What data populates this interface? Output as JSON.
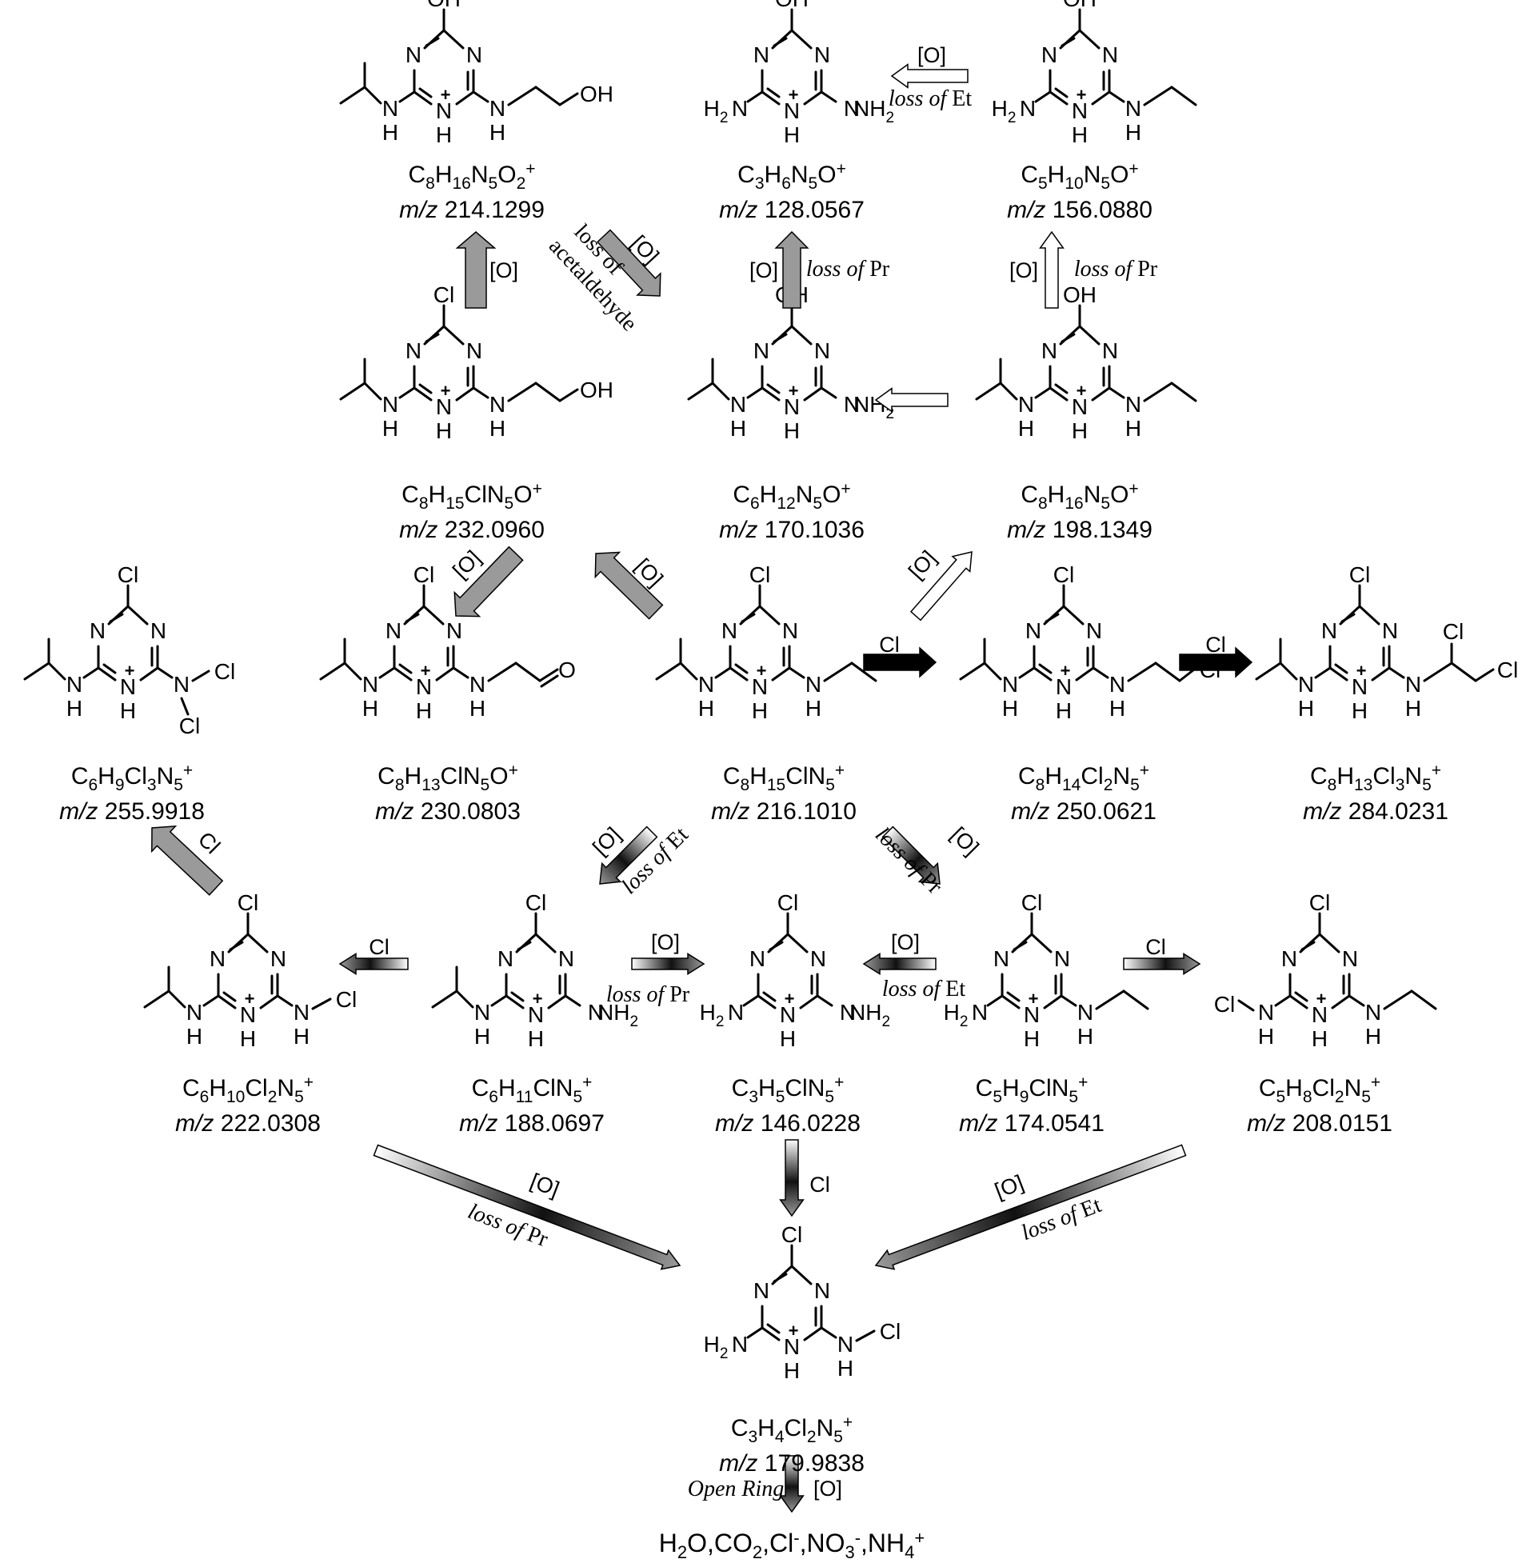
{
  "compounds": [
    {
      "id": "c214",
      "formula": [
        [
          "C",
          ""
        ],
        [
          "8",
          "sub"
        ],
        [
          "H",
          ""
        ],
        [
          "16",
          "sub"
        ],
        [
          "N",
          ""
        ],
        [
          "5",
          "sub"
        ],
        [
          "O",
          ""
        ],
        [
          "2",
          "sub"
        ],
        [
          "+",
          "sup"
        ]
      ],
      "mz_prefix": "m/z",
      "mz": "214.1299"
    },
    {
      "id": "c128",
      "formula": [
        [
          "C",
          ""
        ],
        [
          "3",
          "sub"
        ],
        [
          "H",
          ""
        ],
        [
          "6",
          "sub"
        ],
        [
          "N",
          ""
        ],
        [
          "5",
          "sub"
        ],
        [
          "O",
          ""
        ],
        [
          "+",
          "sup"
        ]
      ],
      "mz_prefix": "m/z",
      "mz": "128.0567"
    },
    {
      "id": "c156",
      "formula": [
        [
          "C",
          ""
        ],
        [
          "5",
          "sub"
        ],
        [
          "H",
          ""
        ],
        [
          "10",
          "sub"
        ],
        [
          "N",
          ""
        ],
        [
          "5",
          "sub"
        ],
        [
          "O",
          ""
        ],
        [
          "+",
          "sup"
        ]
      ],
      "mz_prefix": "m/z",
      "mz": "156.0880"
    },
    {
      "id": "c232",
      "formula": [
        [
          "C",
          ""
        ],
        [
          "8",
          "sub"
        ],
        [
          "H",
          ""
        ],
        [
          "15",
          "sub"
        ],
        [
          "ClN",
          ""
        ],
        [
          "5",
          "sub"
        ],
        [
          "O",
          ""
        ],
        [
          "+",
          "sup"
        ]
      ],
      "mz_prefix": "m/z",
      "mz": "232.0960"
    },
    {
      "id": "c170",
      "formula": [
        [
          "C",
          ""
        ],
        [
          "6",
          "sub"
        ],
        [
          "H",
          ""
        ],
        [
          "12",
          "sub"
        ],
        [
          "N",
          ""
        ],
        [
          "5",
          "sub"
        ],
        [
          "O",
          ""
        ],
        [
          "+",
          "sup"
        ]
      ],
      "mz_prefix": "m/z",
      "mz": "170.1036"
    },
    {
      "id": "c198",
      "formula": [
        [
          "C",
          ""
        ],
        [
          "8",
          "sub"
        ],
        [
          "H",
          ""
        ],
        [
          "16",
          "sub"
        ],
        [
          "N",
          ""
        ],
        [
          "5",
          "sub"
        ],
        [
          "O",
          ""
        ],
        [
          "+",
          "sup"
        ]
      ],
      "mz_prefix": "m/z",
      "mz": "198.1349"
    },
    {
      "id": "c256",
      "formula": [
        [
          "C",
          ""
        ],
        [
          "6",
          "sub"
        ],
        [
          "H",
          ""
        ],
        [
          "9",
          "sub"
        ],
        [
          "Cl",
          ""
        ],
        [
          "3",
          "sub"
        ],
        [
          "N",
          ""
        ],
        [
          "5",
          "sub"
        ],
        [
          "+",
          "sup"
        ]
      ],
      "mz_prefix": "m/z",
      "mz": "255.9918"
    },
    {
      "id": "c230",
      "formula": [
        [
          "C",
          ""
        ],
        [
          "8",
          "sub"
        ],
        [
          "H",
          ""
        ],
        [
          "13",
          "sub"
        ],
        [
          "ClN",
          ""
        ],
        [
          "5",
          "sub"
        ],
        [
          "O",
          ""
        ],
        [
          "+",
          "sup"
        ]
      ],
      "mz_prefix": "m/z",
      "mz": "230.0803"
    },
    {
      "id": "c216",
      "formula": [
        [
          "C",
          ""
        ],
        [
          "8",
          "sub"
        ],
        [
          "H",
          ""
        ],
        [
          "15",
          "sub"
        ],
        [
          "ClN",
          ""
        ],
        [
          "5",
          "sub"
        ],
        [
          "+",
          "sup"
        ]
      ],
      "mz_prefix": "m/z",
      "mz": " 216.1010"
    },
    {
      "id": "c250",
      "formula": [
        [
          "C",
          ""
        ],
        [
          "8",
          "sub"
        ],
        [
          "H",
          ""
        ],
        [
          "14",
          "sub"
        ],
        [
          "Cl",
          ""
        ],
        [
          "2",
          "sub"
        ],
        [
          "N",
          ""
        ],
        [
          "5",
          "sub"
        ],
        [
          "+",
          "sup"
        ]
      ],
      "mz_prefix": "m/z",
      "mz": "250.0621"
    },
    {
      "id": "c284",
      "formula": [
        [
          "C",
          ""
        ],
        [
          "8",
          "sub"
        ],
        [
          "H",
          ""
        ],
        [
          "13",
          "sub"
        ],
        [
          "Cl",
          ""
        ],
        [
          "3",
          "sub"
        ],
        [
          "N",
          ""
        ],
        [
          "5",
          "sub"
        ],
        [
          "+",
          "sup"
        ]
      ],
      "mz_prefix": "m/z",
      "mz": "284.0231"
    },
    {
      "id": "c222",
      "formula": [
        [
          "C",
          ""
        ],
        [
          "6",
          "sub"
        ],
        [
          "H",
          ""
        ],
        [
          "10",
          "sub"
        ],
        [
          "Cl",
          ""
        ],
        [
          "2",
          "sub"
        ],
        [
          "N",
          ""
        ],
        [
          "5",
          "sub"
        ],
        [
          "+",
          "sup"
        ]
      ],
      "mz_prefix": "m/z",
      "mz": "222.0308"
    },
    {
      "id": "c188",
      "formula": [
        [
          "C",
          ""
        ],
        [
          "6",
          "sub"
        ],
        [
          "H",
          ""
        ],
        [
          "11",
          "sub"
        ],
        [
          "ClN",
          ""
        ],
        [
          "5",
          "sub"
        ],
        [
          "+",
          "sup"
        ]
      ],
      "mz_prefix": "m/z",
      "mz": "188.0697"
    },
    {
      "id": "c146",
      "formula": [
        [
          "C",
          ""
        ],
        [
          "3",
          "sub"
        ],
        [
          "H",
          ""
        ],
        [
          "5",
          "sub"
        ],
        [
          "ClN",
          ""
        ],
        [
          "5",
          "sub"
        ],
        [
          "+",
          "sup"
        ]
      ],
      "mz_prefix": "m/z",
      "mz": "146.0228"
    },
    {
      "id": "c174",
      "formula": [
        [
          "C",
          ""
        ],
        [
          "5",
          "sub"
        ],
        [
          "H",
          ""
        ],
        [
          "9",
          "sub"
        ],
        [
          "ClN",
          ""
        ],
        [
          "5",
          "sub"
        ],
        [
          "+",
          "sup"
        ]
      ],
      "mz_prefix": "m/z",
      "mz": "174.0541"
    },
    {
      "id": "c208",
      "formula": [
        [
          "C",
          ""
        ],
        [
          "5",
          "sub"
        ],
        [
          "H",
          ""
        ],
        [
          "8",
          "sub"
        ],
        [
          "Cl",
          ""
        ],
        [
          "2",
          "sub"
        ],
        [
          "N",
          ""
        ],
        [
          "5",
          "sub"
        ],
        [
          "+",
          "sup"
        ]
      ],
      "mz_prefix": "m/z",
      "mz": "208.0151"
    },
    {
      "id": "c180",
      "formula": [
        [
          "C",
          ""
        ],
        [
          "3",
          "sub"
        ],
        [
          "H",
          ""
        ],
        [
          "4",
          "sub"
        ],
        [
          "Cl",
          ""
        ],
        [
          "2",
          "sub"
        ],
        [
          "N",
          ""
        ],
        [
          "5",
          "sub"
        ],
        [
          "+",
          "sup"
        ]
      ],
      "mz_prefix": "m/z",
      "mz": "179.9838"
    }
  ],
  "atoms": {
    "N": "N",
    "H": "H",
    "Cl": "Cl",
    "OH": "OH",
    "O": "O",
    "NH2": "NH",
    "H2N": "H",
    "two": "2",
    "plus": "+"
  },
  "reagents": {
    "oxidation": "[O]",
    "chlorine": "Cl"
  },
  "labels": {
    "loss_of": "loss of",
    "Et": "Et",
    "Pr": "Pr",
    "acetaldehyde_1": "loss of",
    "acetaldehyde_2": "acetaldehyde",
    "open_ring": "Open Ring"
  },
  "final_products": [
    [
      "H",
      ""
    ],
    [
      "2",
      "sub"
    ],
    [
      "O,CO",
      ""
    ],
    [
      "2",
      "sub"
    ],
    [
      ",Cl",
      ""
    ],
    [
      "-",
      "sup"
    ],
    [
      ",NO",
      ""
    ],
    [
      "3",
      "sub"
    ],
    [
      "-",
      "sup"
    ],
    [
      ",NH",
      ""
    ],
    [
      "4",
      "sub"
    ],
    [
      "+",
      "sup"
    ]
  ]
}
